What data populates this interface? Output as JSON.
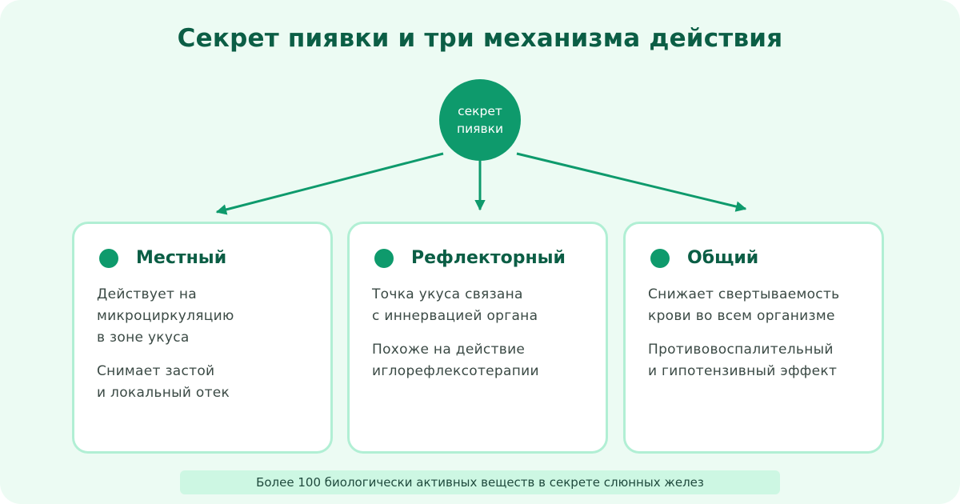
{
  "title": "Секрет пиявки и три механизма действия",
  "center": {
    "line1": "секрет",
    "line2": "пиявки"
  },
  "cards": [
    {
      "title": "Местный",
      "paragraphs": [
        "Действует на\nмикроциркуляцию\nв зоне укуса",
        "Снимает застой\nи локальный отек"
      ]
    },
    {
      "title": "Рефлекторный",
      "paragraphs": [
        "Точка укуса связана\nс иннервацией органа",
        "Похоже на действие\nиглорефлексотерапии"
      ]
    },
    {
      "title": "Общий",
      "paragraphs": [
        "Снижает свертываемость\nкрови во всем организме",
        "Противовоспалительный\nи гипотензивный эффект"
      ]
    }
  ],
  "footer": "Более 100 биологически активных веществ в секрете слюнных желез",
  "colors": {
    "accent": "#0e9a6c",
    "title": "#0b5e45",
    "background": "#ecfbf3",
    "card_border": "#b1efd4",
    "footer_bg": "#cdf7e3"
  }
}
